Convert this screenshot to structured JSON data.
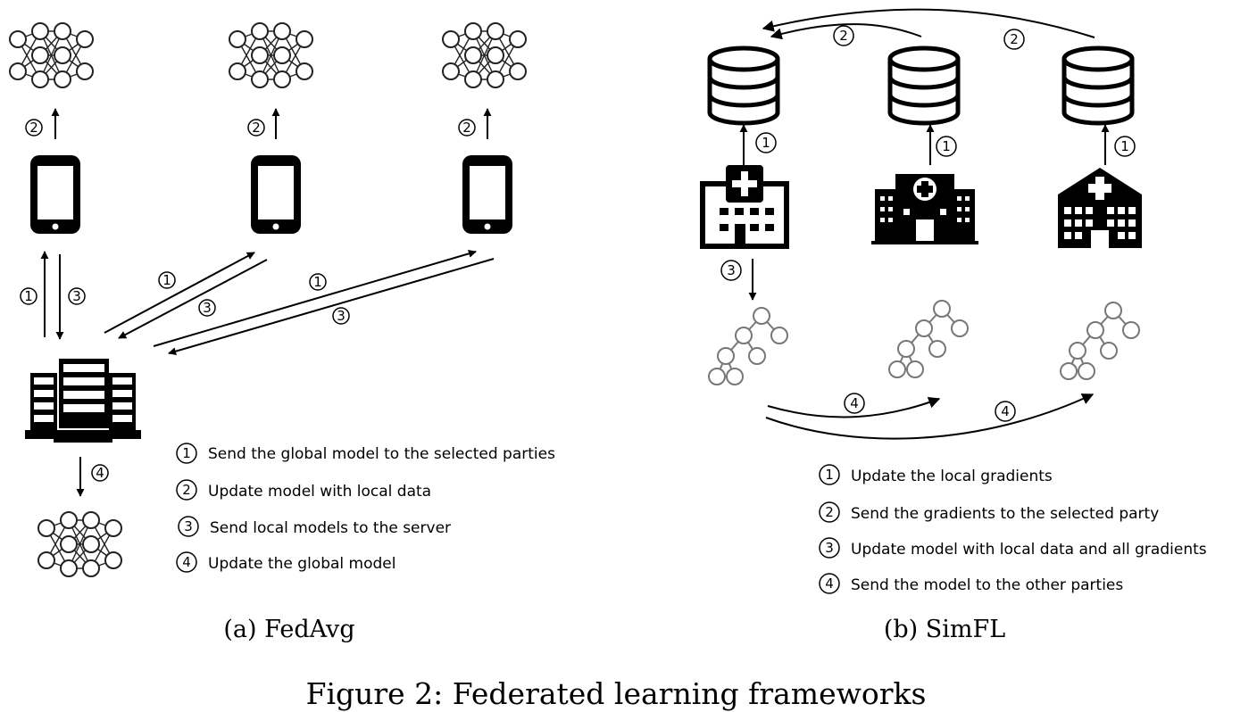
{
  "step_numbers": {
    "one": "1",
    "two": "2",
    "three": "3",
    "four": "4"
  },
  "fedavg": {
    "legend": [
      {
        "num": "1",
        "text": "Send the global model to the selected parties"
      },
      {
        "num": "2",
        "text": "Update model with local data"
      },
      {
        "num": "3",
        "text": "Send local models to the server"
      },
      {
        "num": "4",
        "text": "Update the global model"
      }
    ],
    "caption": "(a) FedAvg"
  },
  "simfl": {
    "legend": [
      {
        "num": "1",
        "text": "Update the local gradients"
      },
      {
        "num": "2",
        "text": "Send the gradients to the selected party"
      },
      {
        "num": "3",
        "text": "Update model with local data and all gradients"
      },
      {
        "num": "4",
        "text": "Send the model to the other parties"
      }
    ],
    "caption": "(b) SimFL"
  },
  "figure_caption": "Figure 2: Federated learning frameworks",
  "icons": [
    "neural-network-icon",
    "smartphone-icon",
    "server-icon",
    "database-icon",
    "hospital-icon",
    "decision-tree-icon"
  ]
}
